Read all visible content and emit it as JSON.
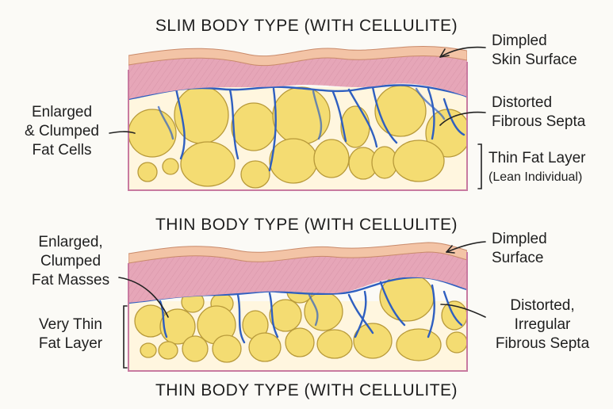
{
  "panels": [
    {
      "title": "SLIM BODY TYPE (WITH CELLULITE)",
      "labels": {
        "skin": [
          "Dimpled",
          "Skin Surface"
        ],
        "fat": [
          "Enlarged",
          "& Clumped",
          "Fat Cells"
        ],
        "septa": [
          "Distorted",
          "Fibrous Septa"
        ],
        "layer": "Thin Fat Layer",
        "layer_note": "(Lean Individual)"
      }
    },
    {
      "title": "THIN BODY TYPE (WITH CELLULITE)",
      "labels": {
        "skin": [
          "Dimpled",
          "Surface"
        ],
        "fat": [
          "Enlarged,",
          "Clumped",
          "Fat Masses"
        ],
        "layer": [
          "Very Thin",
          "Fat Layer"
        ],
        "septa": [
          "Distorted,",
          "Irregular",
          "Fibrous Septa"
        ]
      }
    }
  ],
  "footer_title": "THIN BODY TYPE (WITH CELLULITE)",
  "colors": {
    "skin_top": "#f3c4a6",
    "dermis": "#e6a6b8",
    "fat": "#f4dc72",
    "fat_outline": "#b89a3a",
    "septa": "#2f5fc0",
    "frame": "#c87aa0"
  }
}
